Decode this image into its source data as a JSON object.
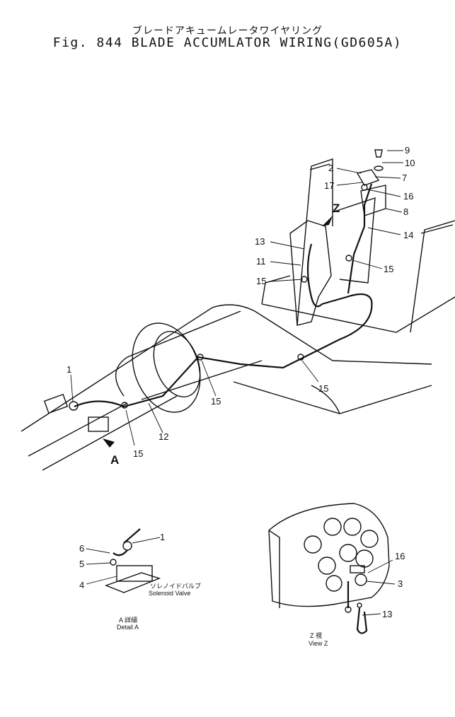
{
  "title": {
    "japanese": "ブレードアキュームレータワイヤリング",
    "english": "Fig. 844 BLADE ACCUMLATOR WIRING(GD605A)"
  },
  "labels": {
    "p9": "9",
    "p10": "10",
    "p2": "2",
    "p7": "7",
    "p17": "17",
    "p16": "16",
    "p8": "8",
    "z_arrow": "Z",
    "p14": "14",
    "p13": "13",
    "p11": "11",
    "p15a": "15",
    "p15b": "15",
    "p15c": "15",
    "p15d": "15",
    "p15e": "15",
    "p1": "1",
    "p12": "12",
    "a_arrow": "A",
    "d_1": "1",
    "d_6": "6",
    "d_5": "5",
    "d_4": "4",
    "v_16": "16",
    "v_3": "3",
    "v_13": "13"
  },
  "captions": {
    "solenoid_jp": "ソレノイドバルブ",
    "solenoid_en": "Solenoid Valve",
    "detail_jp": "A 詳細",
    "detail_en": "Detail A",
    "view_jp": "Z 視",
    "view_en": "View Z"
  }
}
